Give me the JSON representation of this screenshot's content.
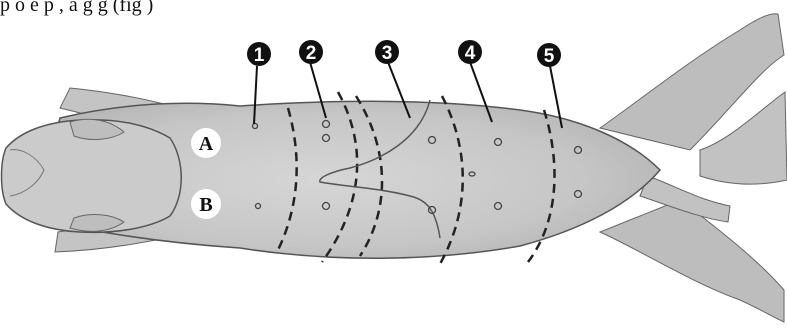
{
  "caption": "p       o    e    p   , a   g         g        (fig  )",
  "diagram": {
    "gland_numbers": [
      "1",
      "2",
      "3",
      "4",
      "5"
    ],
    "regions": [
      "A",
      "B"
    ],
    "colors": {
      "body_fill": "#c9c9c9",
      "outline": "#555555",
      "dash": "#222222",
      "marker_fill": "#111111",
      "marker_text": "#ffffff",
      "tag_fill": "#ffffff",
      "tag_text": "#111111"
    }
  }
}
